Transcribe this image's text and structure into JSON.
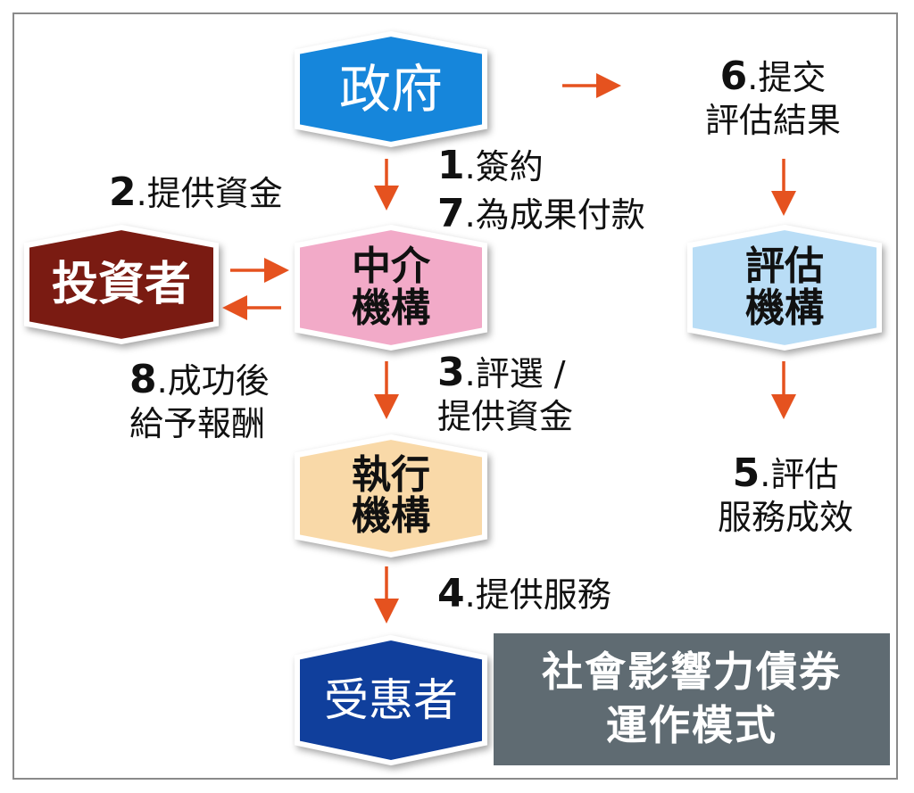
{
  "nodes": {
    "government": "政府",
    "investor": "投資者",
    "intermediary": [
      "中介",
      "機構"
    ],
    "evaluator": [
      "評估",
      "機構"
    ],
    "executor": [
      "執行",
      "機構"
    ],
    "beneficiary": "受惠者"
  },
  "steps": {
    "s1": {
      "num": "1",
      "text": "簽約"
    },
    "s2": {
      "num": "2",
      "text": "提供資金"
    },
    "s3": {
      "num": "3",
      "text": "評選 /",
      "text2": "提供資金"
    },
    "s4": {
      "num": "4",
      "text": "提供服務"
    },
    "s5": {
      "num": "5",
      "text": "評估",
      "text2": "服務成效"
    },
    "s6": {
      "num": "6",
      "text": "提交",
      "text2": "評估結果"
    },
    "s7": {
      "num": "7",
      "text": "為成果付款"
    },
    "s8": {
      "num": "8",
      "text": "成功後",
      "text2": "給予報酬"
    }
  },
  "title": [
    "社會影響力債券",
    "運作模式"
  ],
  "colors": {
    "government": "#1686db",
    "investor": "#7a1b12",
    "intermediary": "#f2aac8",
    "evaluator": "#b9ddf6",
    "executor": "#f9d9a8",
    "beneficiary": "#103f9c",
    "arrow": "#e5521f",
    "title_bg": "#5f6b72"
  }
}
